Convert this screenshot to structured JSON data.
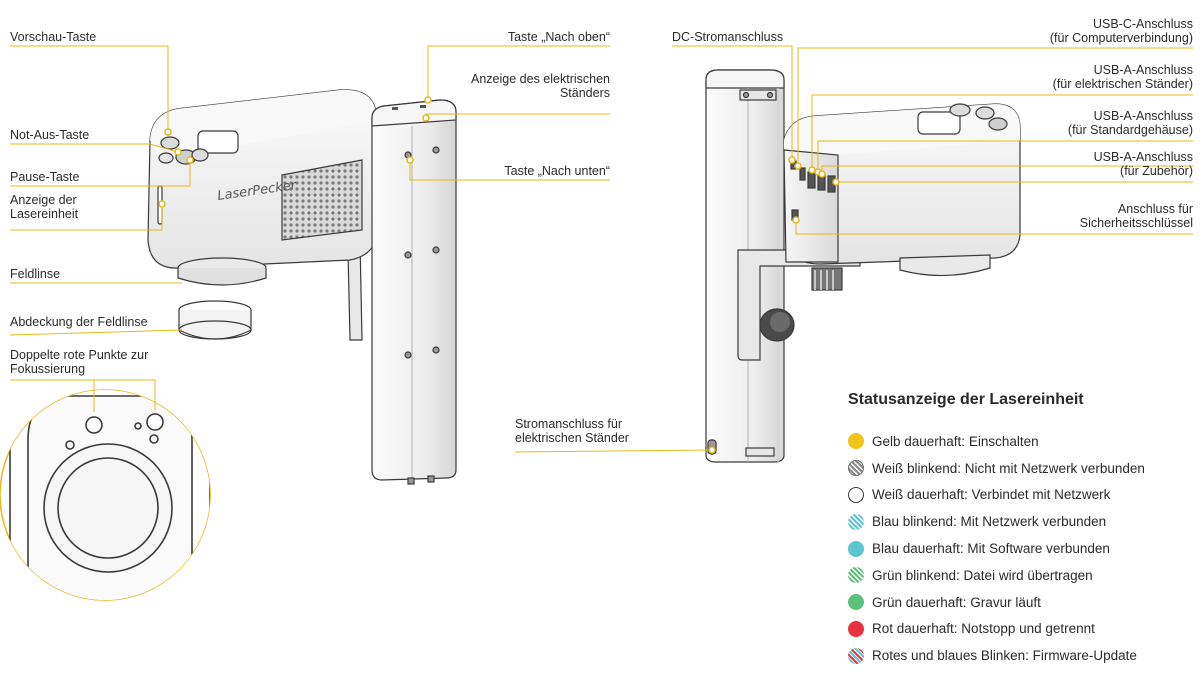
{
  "colors": {
    "accent": "#E8B818",
    "outline": "#3a3a3a",
    "body_light": "#f4f4f4",
    "body_mid": "#e2e2e2"
  },
  "left_labels": {
    "preview": "Vorschau-Taste",
    "estop": "Not-Aus-Taste",
    "pause": "Pause-Taste",
    "laser_indicator": "Anzeige der\nLasereinheit",
    "field_lens": "Feldlinse",
    "lens_cover": "Abdeckung der Feldlinse",
    "red_dots": "Doppelte rote Punkte zur\nFokussierung",
    "brand_logo": "LaserPecker"
  },
  "middle_labels": {
    "up_button": "Taste „Nach oben“",
    "stand_indicator": "Anzeige des elektrischen\nStänders",
    "down_button": "Taste „Nach unten“",
    "power_port_stand": "Stromanschluss für\nelektrischen Ständer",
    "dc_port": "DC-Stromanschluss"
  },
  "right_labels": {
    "usbc": "USB-C-Anschluss\n(für Computerverbindung)",
    "usba_stand": "USB-A-Anschluss\n(für elektrischen Ständer)",
    "usba_housing": "USB-A-Anschluss\n(für Standardgehäuse)",
    "usba_accessory": "USB-A-Anschluss\n(für Zubehör)",
    "safety_key": "Anschluss für\nSicherheitsschlüssel"
  },
  "status": {
    "title": "Statusanzeige der Lasereinheit",
    "items": [
      {
        "icon": "yellow-solid-dot-icon",
        "text": "Gelb dauerhaft: Einschalten",
        "color": "#F2C417",
        "pattern": "solid"
      },
      {
        "icon": "white-blinking-dot-icon",
        "text": "Weiß blinkend: Nicht mit Netzwerk verbunden",
        "color": "#ffffff",
        "pattern": "striped"
      },
      {
        "icon": "white-solid-dot-icon",
        "text": "Weiß dauerhaft: Verbindet mit Netzwerk",
        "color": "#ffffff",
        "pattern": "outline"
      },
      {
        "icon": "blue-blinking-dot-icon",
        "text": "Blau blinkend: Mit Netzwerk verbunden",
        "color": "#5CC6D0",
        "pattern": "striped"
      },
      {
        "icon": "blue-solid-dot-icon",
        "text": "Blau dauerhaft: Mit Software verbunden",
        "color": "#5CC6D0",
        "pattern": "solid"
      },
      {
        "icon": "green-blinking-dot-icon",
        "text": "Grün blinkend: Datei wird übertragen",
        "color": "#5CC27A",
        "pattern": "striped"
      },
      {
        "icon": "green-solid-dot-icon",
        "text": "Grün dauerhaft: Gravur läuft",
        "color": "#5CC27A",
        "pattern": "solid"
      },
      {
        "icon": "red-solid-dot-icon",
        "text": "Rot dauerhaft: Notstopp und getrennt",
        "color": "#E8323F",
        "pattern": "solid"
      },
      {
        "icon": "red-blue-blinking-dot-icon",
        "text": "Rotes und blaues Blinken: Firmware-Update",
        "color": "#E8323F",
        "color2": "#5CC6D0",
        "pattern": "dual"
      }
    ]
  }
}
